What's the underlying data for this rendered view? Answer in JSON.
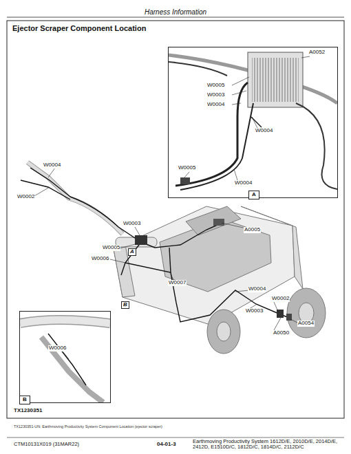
{
  "diagram": {
    "title": "Ejector Scraper Component Location",
    "caption": "TX1230351-UN: Earthmoving Productivity System Component Location (ejector scraper)",
    "nodes": [
      {
        "text": [
          "A"
        ]
      },
      {
        "text": [
          "B"
        ]
      }
    ],
    "labels": [
      "Harness Information",
      "A0052",
      "W0005",
      "W0003",
      "W0004",
      "W0004",
      "W0005",
      "W0004",
      "W0004",
      "W0002",
      "W0003",
      "A0005",
      "W0005",
      "W0006",
      "W0007",
      "W0004",
      "W0002",
      "W0003",
      "A0054",
      "A0050",
      "A",
      "B",
      "W0006",
      "TX1230351",
      "CTM10131X019 (31MAR22)",
      "04-01-3",
      "Earthmoving Productivity System 1612D/E, 2010D/E, 2014D/E, 2412D, E1510D/C, 1812D/C, 1814D/C, 2112D/C"
    ]
  }
}
